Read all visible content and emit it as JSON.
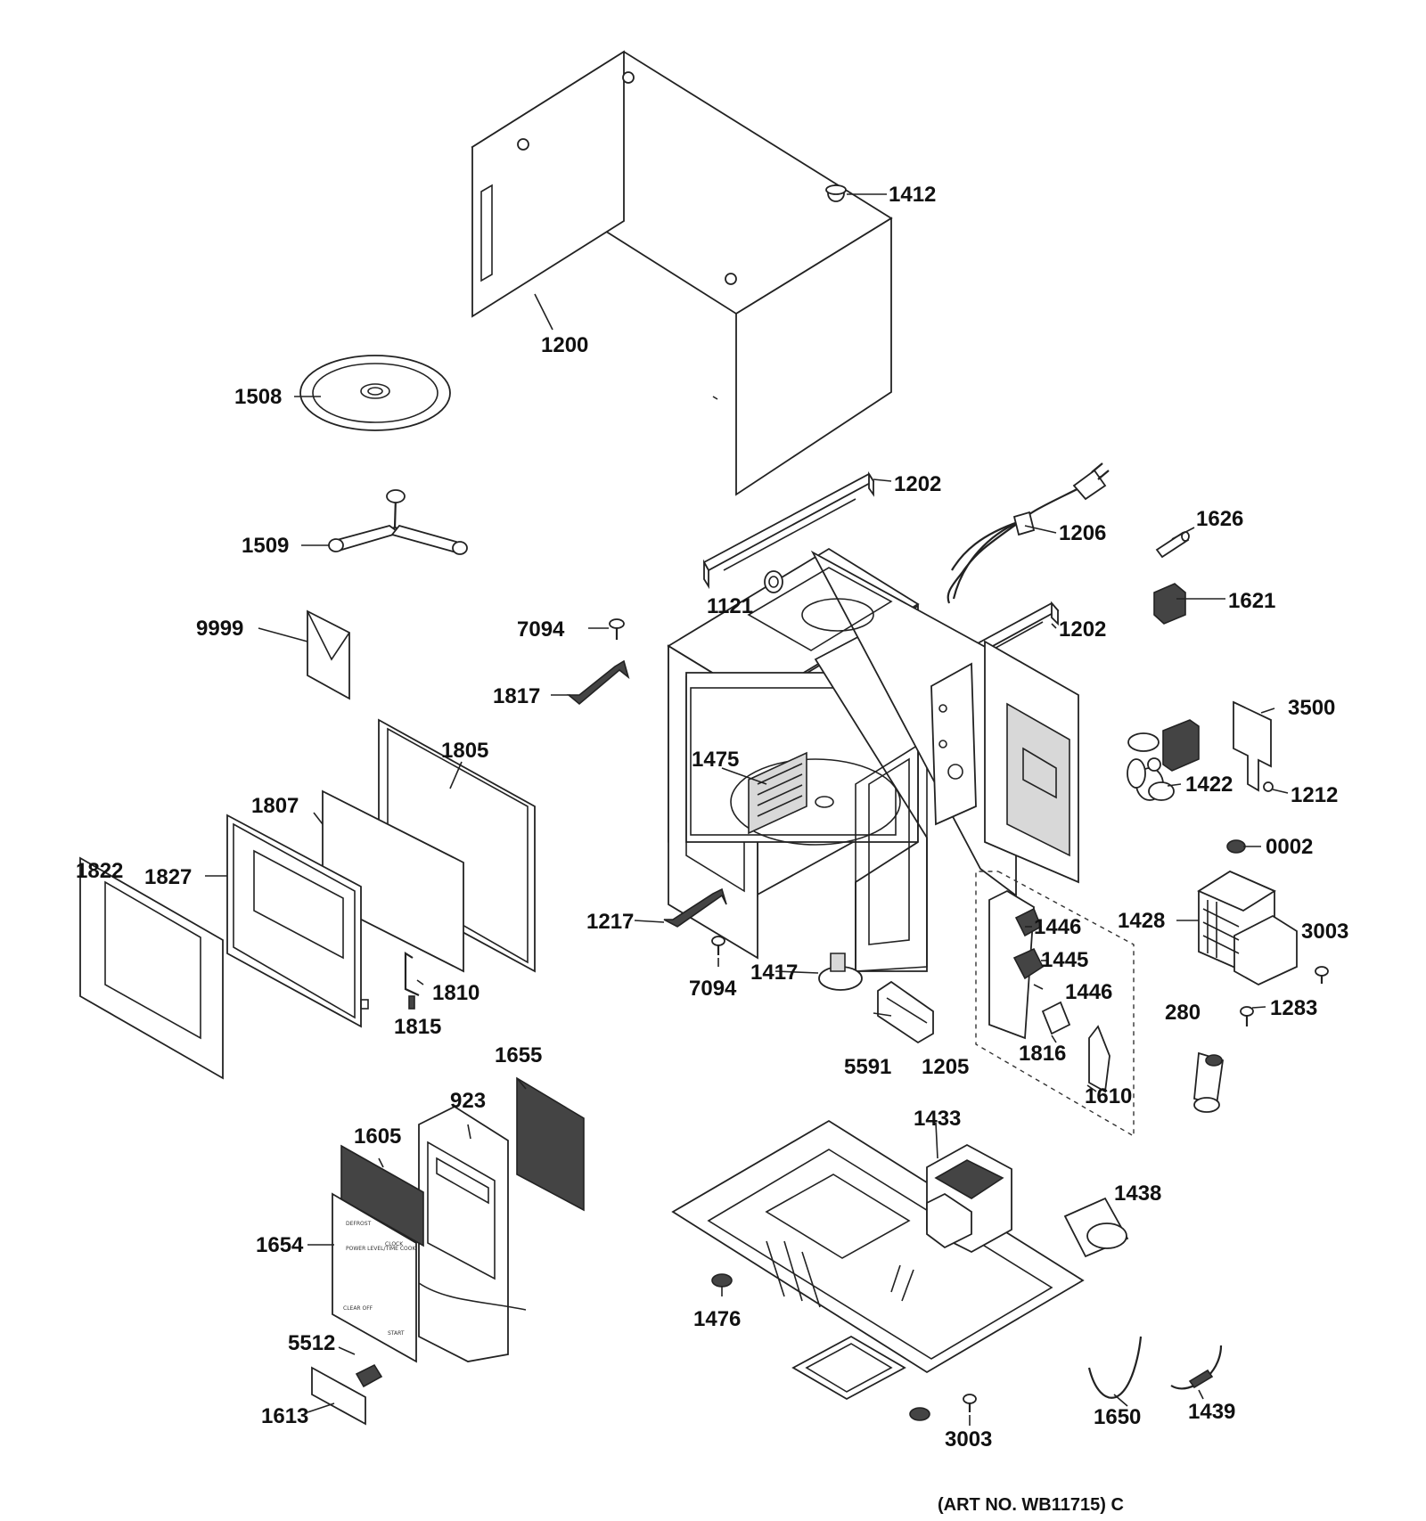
{
  "diagram": {
    "art_number": "(ART NO. WB11715) C",
    "parts": [
      {
        "id": "p1412",
        "label": "1412"
      },
      {
        "id": "p1200",
        "label": "1200"
      },
      {
        "id": "p1508",
        "label": "1508"
      },
      {
        "id": "p1202a",
        "label": "1202"
      },
      {
        "id": "p1509",
        "label": "1509"
      },
      {
        "id": "p1206",
        "label": "1206"
      },
      {
        "id": "p1626",
        "label": "1626"
      },
      {
        "id": "p1121",
        "label": "1121"
      },
      {
        "id": "p1621",
        "label": "1621"
      },
      {
        "id": "p9999",
        "label": "9999"
      },
      {
        "id": "p7094a",
        "label": "7094"
      },
      {
        "id": "p1202b",
        "label": "1202"
      },
      {
        "id": "p1817",
        "label": "1817"
      },
      {
        "id": "p3500",
        "label": "3500"
      },
      {
        "id": "p1805",
        "label": "1805"
      },
      {
        "id": "p1475",
        "label": "1475"
      },
      {
        "id": "p1422",
        "label": "1422"
      },
      {
        "id": "p1212",
        "label": "1212"
      },
      {
        "id": "p1807",
        "label": "1807"
      },
      {
        "id": "p0002",
        "label": "0002"
      },
      {
        "id": "p1822",
        "label": "1822"
      },
      {
        "id": "p1827",
        "label": "1827"
      },
      {
        "id": "p1217",
        "label": "1217"
      },
      {
        "id": "p1446a",
        "label": "1446"
      },
      {
        "id": "p1428",
        "label": "1428"
      },
      {
        "id": "p3003a",
        "label": "3003"
      },
      {
        "id": "p1445",
        "label": "1445"
      },
      {
        "id": "p1417",
        "label": "1417"
      },
      {
        "id": "p1810",
        "label": "1810"
      },
      {
        "id": "p7094b",
        "label": "7094"
      },
      {
        "id": "p1446b",
        "label": "1446"
      },
      {
        "id": "p1283",
        "label": "1283"
      },
      {
        "id": "p1815",
        "label": "1815"
      },
      {
        "id": "p280",
        "label": "280"
      },
      {
        "id": "p1816",
        "label": "1816"
      },
      {
        "id": "p1655",
        "label": "1655"
      },
      {
        "id": "p5591",
        "label": "5591"
      },
      {
        "id": "p1205",
        "label": "1205"
      },
      {
        "id": "p1610",
        "label": "1610"
      },
      {
        "id": "p923",
        "label": "923"
      },
      {
        "id": "p1433",
        "label": "1433"
      },
      {
        "id": "p1605",
        "label": "1605"
      },
      {
        "id": "p1438",
        "label": "1438"
      },
      {
        "id": "p1654",
        "label": "1654"
      },
      {
        "id": "p1476",
        "label": "1476"
      },
      {
        "id": "p5512",
        "label": "5512"
      },
      {
        "id": "p1613",
        "label": "1613"
      },
      {
        "id": "p1650",
        "label": "1650"
      },
      {
        "id": "p1439",
        "label": "1439"
      },
      {
        "id": "p3003b",
        "label": "3003"
      }
    ],
    "keypad_text": {
      "defrost": "DEFROST",
      "clock": "CLOCK",
      "power": "POWER LEVEL/TIME COOK",
      "clear": "CLEAR OFF",
      "start": "START"
    }
  }
}
